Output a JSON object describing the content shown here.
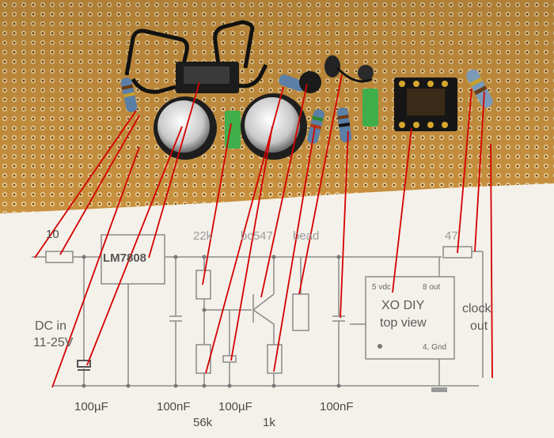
{
  "schematic": {
    "r_input": "10",
    "regulator": "LM7808",
    "dc_line1": "DC in",
    "dc_line2": "11-25V",
    "cap1": "100µF",
    "cap2": "100nF",
    "r_22k": "22k",
    "transistor": "bc547",
    "bead": "bead",
    "r_56k": "56k",
    "cap3": "100µF",
    "r_1k": "1k",
    "cap4": "100nF",
    "r_47": "47",
    "xo_title": "XO DIY",
    "xo_sub": "top view",
    "pin5": "5 vdc",
    "pin8": "8 out",
    "pin4": "4, Gnd",
    "clock_line1": "clock",
    "clock_line2": "out"
  },
  "colors": {
    "board": "#c98f3c",
    "paper": "#f4f1ea",
    "annotation": "#d40000",
    "wire": "#8a8a8a"
  }
}
